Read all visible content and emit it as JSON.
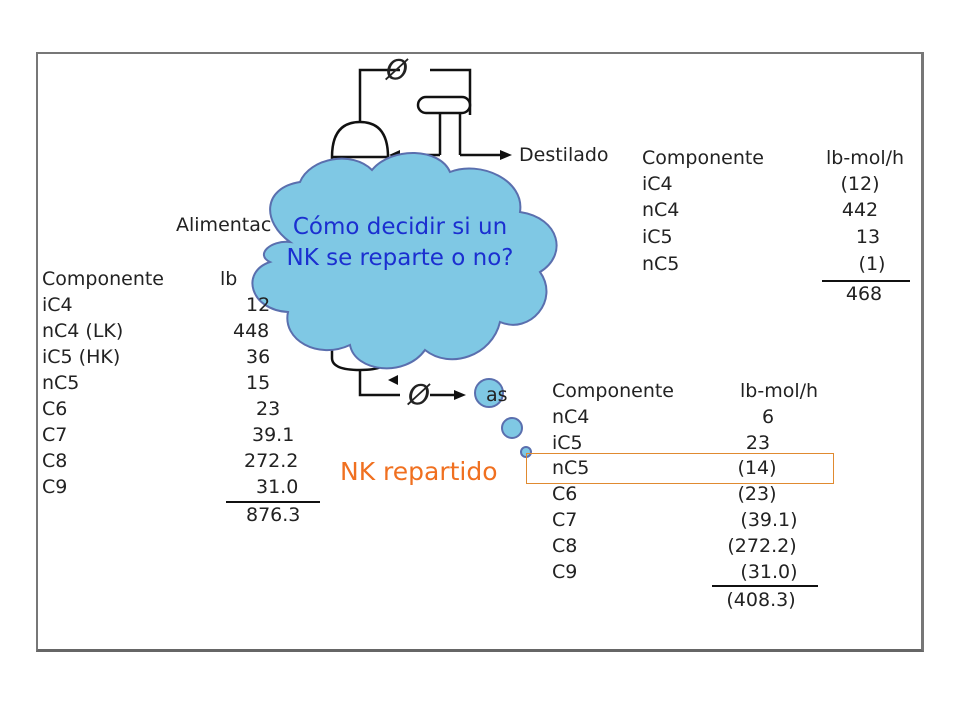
{
  "diagram": {
    "distillate_label": "Destilado",
    "feed_label": "Alimentac",
    "bottoms_label": "as",
    "valve_symbol": "Ø"
  },
  "distillate_table": {
    "col_component": "Componente",
    "col_flow": "lb-mol/h",
    "rows": [
      {
        "comp": "iC4",
        "val": "(12)"
      },
      {
        "comp": "nC4",
        "val": "442"
      },
      {
        "comp": "iC5",
        "val": "13"
      },
      {
        "comp": "nC5",
        "val": "(1)"
      }
    ],
    "total": "468"
  },
  "feed_table": {
    "col_component": "Componente",
    "col_flow": "lb",
    "rows": [
      {
        "comp": "iC4",
        "val": "12"
      },
      {
        "comp": "nC4 (LK)",
        "val": "448"
      },
      {
        "comp": "iC5  (HK)",
        "val": "36"
      },
      {
        "comp": "nC5",
        "val": "15"
      },
      {
        "comp": "C6",
        "val": "23"
      },
      {
        "comp": "C7",
        "val": "39.1"
      },
      {
        "comp": "C8",
        "val": "272.2"
      },
      {
        "comp": "C9",
        "val": "31.0"
      }
    ],
    "total": "876.3"
  },
  "bottoms_table": {
    "col_component": "Componente",
    "col_flow": "lb-mol/h",
    "rows": [
      {
        "comp": "nC4",
        "val": "6"
      },
      {
        "comp": "iC5",
        "val": "23"
      },
      {
        "comp": "nC5",
        "val": "(14)"
      },
      {
        "comp": "C6",
        "val": "(23)"
      },
      {
        "comp": "C7",
        "val": "(39.1)"
      },
      {
        "comp": "C8",
        "val": "(272.2)"
      },
      {
        "comp": "C9",
        "val": "(31.0)"
      }
    ],
    "total": "(408.3)"
  },
  "callout": {
    "cloud_text": "Cómo decidir si un NK se reparte o no?",
    "annotation": "NK repartido",
    "cloud_fill": "#7fc8e4",
    "cloud_stroke": "#5a6fae",
    "text_color": "#1b2fd0",
    "annotation_color": "#f07020"
  }
}
